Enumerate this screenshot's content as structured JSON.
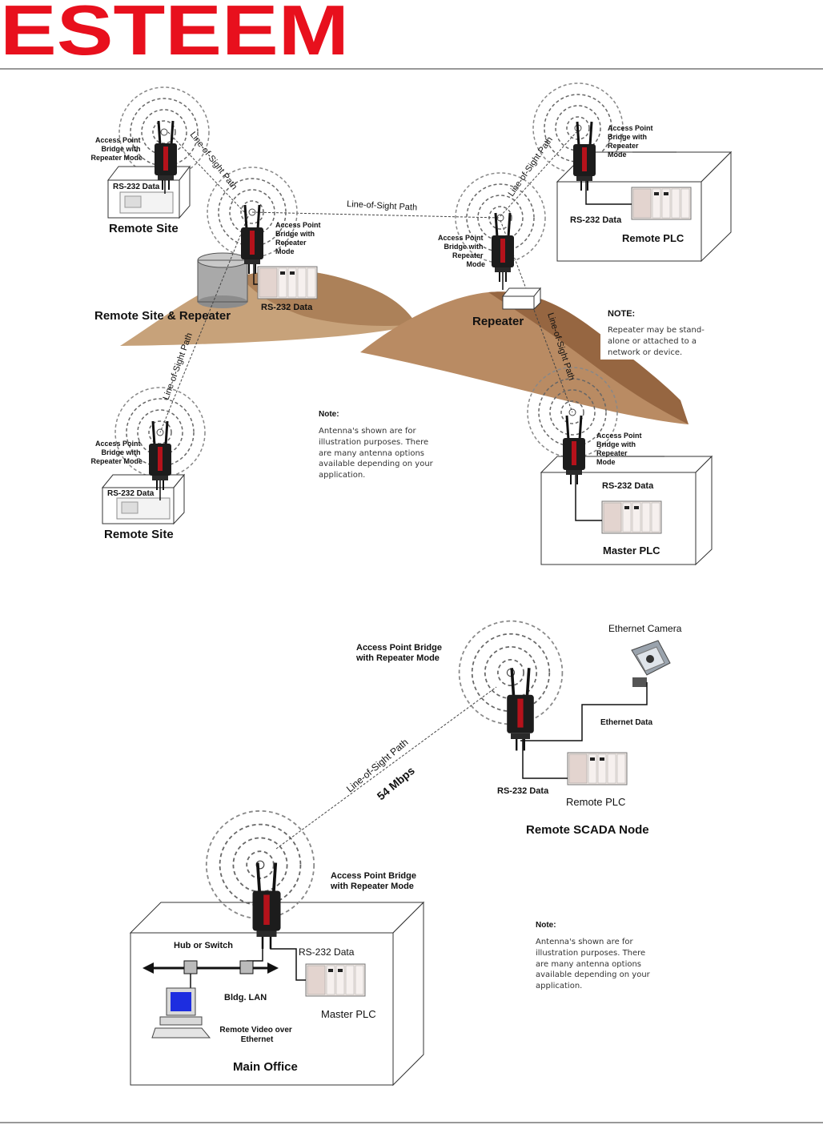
{
  "header": {
    "logo_text": "ESTEEM",
    "brand_color": "#e8101d"
  },
  "colors": {
    "hill_light": "#c7a27a",
    "hill_dark": "#8a5a35",
    "radio_body": "#1c1c1c",
    "radio_stripe": "#b5121b",
    "screen": "#1d2de0"
  },
  "diagram1": {
    "labels": {
      "ap_tl": [
        "Access Point",
        "Bridge with",
        "Repeater Mode"
      ],
      "ap_mid": [
        "Access Point",
        "Bridge with",
        "Repeater",
        "Mode"
      ],
      "ap_rep": [
        "Access Point",
        "Bridge with",
        "Repeater",
        "Mode"
      ],
      "ap_tr": [
        "Access Point",
        "Bridge with",
        "Repeater",
        "Mode"
      ],
      "ap_bl": [
        "Access Point",
        "Bridge with",
        "Repeater Mode"
      ],
      "ap_br": [
        "Access Point",
        "Bridge with",
        "Repeater",
        "Mode"
      ],
      "rs232": "RS-232 Data",
      "remote_site": "Remote Site",
      "remote_site_repeater": "Remote Site & Repeater",
      "repeater": "Repeater",
      "remote_plc": "Remote PLC",
      "master_plc": "Master PLC",
      "los": "Line-of-Sight Path"
    },
    "note_repeater": {
      "title": "NOTE:",
      "lines": [
        "Repeater may be stand-",
        "alone or attached to a",
        "network or device."
      ]
    },
    "note_antenna": {
      "title": "Note:",
      "lines": [
        "Antenna's shown are for",
        "illustration purposes.  There",
        "are many antenna options",
        "available depending on your",
        "application."
      ]
    }
  },
  "diagram2": {
    "labels": {
      "ap_top": [
        "Access Point Bridge",
        "with Repeater Mode"
      ],
      "ap_bottom": [
        "Access Point Bridge",
        "with Repeater Mode"
      ],
      "ethernet_camera": "Ethernet Camera",
      "ethernet_data": "Ethernet Data",
      "rs232": "RS-232 Data",
      "remote_plc": "Remote PLC",
      "remote_scada": "Remote SCADA Node",
      "los": "Line-of-Sight Path",
      "speed": "54 Mbps",
      "hub": "Hub or Switch",
      "bldg_lan": "Bldg. LAN",
      "remote_video": [
        "Remote Video over",
        "Ethernet"
      ],
      "master_plc": "Master PLC",
      "main_office": "Main Office"
    },
    "note": {
      "title": "Note:",
      "lines": [
        "Antenna's shown are for",
        "illustration purposes.  There",
        "are many antenna options",
        "available depending on your",
        "application."
      ]
    }
  }
}
